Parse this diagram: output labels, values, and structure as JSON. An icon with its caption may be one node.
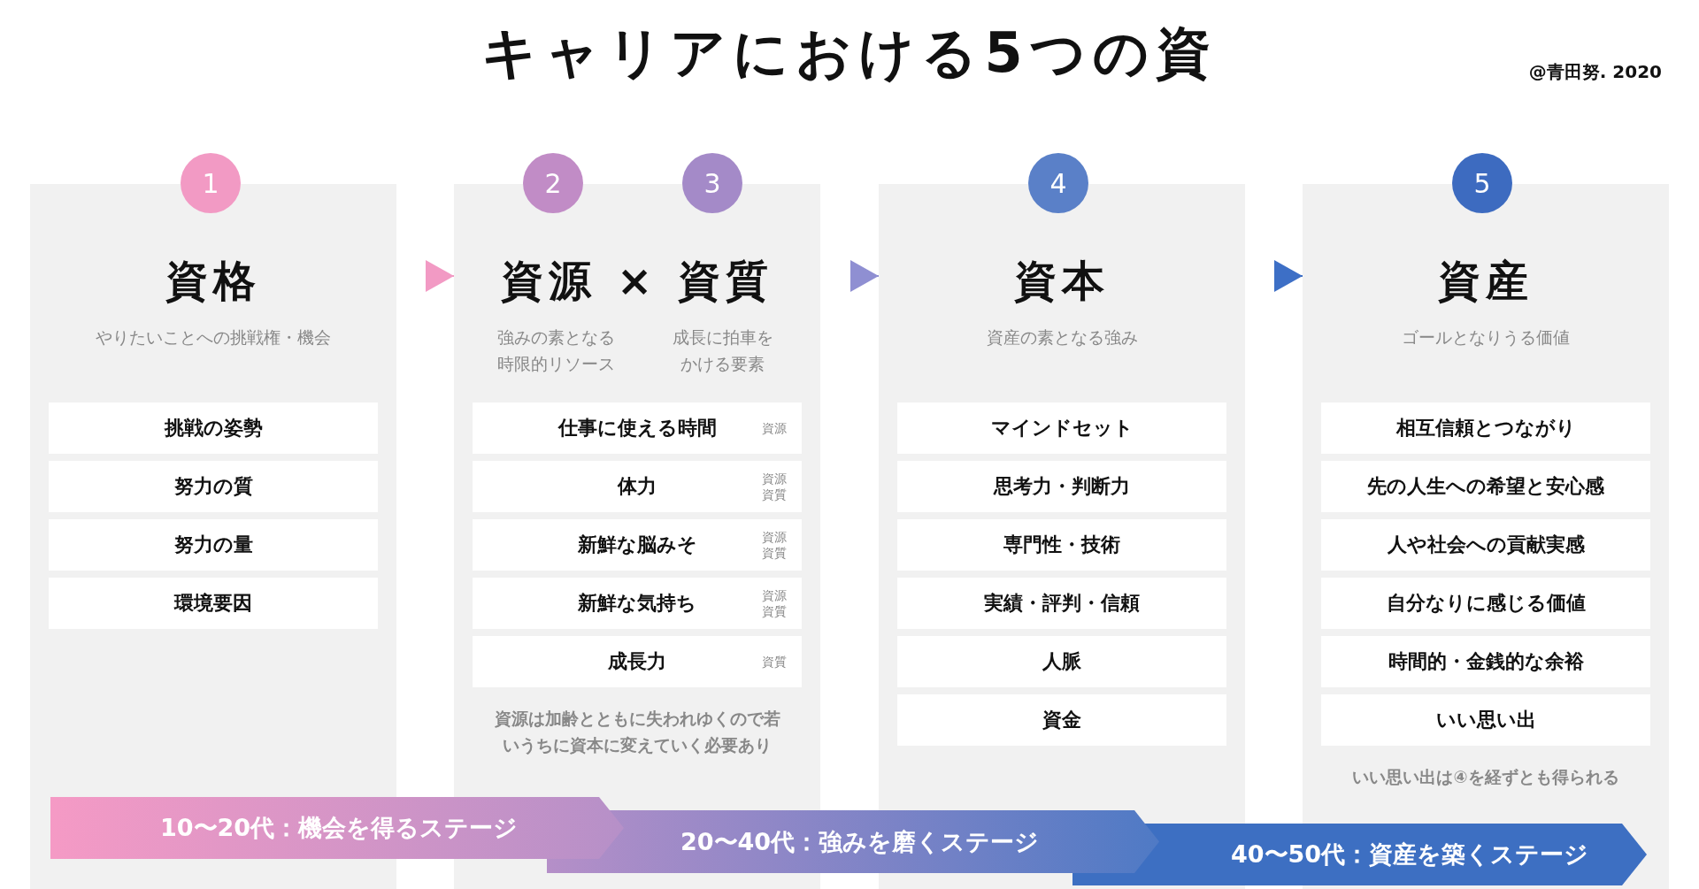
{
  "diagram": {
    "title": "キャリアにおける5つの資",
    "nodes": [
      {
        "text": [
          "資格",
          "やりたいことへの挑戦権・機会"
        ]
      },
      {
        "text": [
          "1"
        ]
      },
      {
        "text": [
          "挑戦の姿勢"
        ],
        "in": 0
      },
      {
        "text": [
          "努力の質"
        ],
        "in": 0
      },
      {
        "text": [
          "努力の量"
        ],
        "in": 0
      },
      {
        "text": [
          "環境要因"
        ],
        "in": 0
      },
      {
        "text": [
          "資源 × 資質",
          "強みの素となる時限的リソース",
          "成長に拍車をかける要素",
          "資源は加齢とともに失われゆくので若いうちに資本に変えていく必要あり"
        ]
      },
      {
        "text": [
          "2"
        ]
      },
      {
        "text": [
          "3"
        ]
      },
      {
        "text": [
          "仕事に使える時間",
          "資源"
        ],
        "in": 6
      },
      {
        "text": [
          "体力",
          "資源資質"
        ],
        "in": 6
      },
      {
        "text": [
          "新鮮な脳みそ",
          "資源資質"
        ],
        "in": 6
      },
      {
        "text": [
          "新鮮な気持ち",
          "資源資質"
        ],
        "in": 6
      },
      {
        "text": [
          "成長力",
          "資質"
        ],
        "in": 6
      },
      {
        "text": [
          "資本",
          "資産の素となる強み"
        ]
      },
      {
        "text": [
          "4"
        ]
      },
      {
        "text": [
          "マインドセット"
        ],
        "in": 14
      },
      {
        "text": [
          "思考力・判断力"
        ],
        "in": 14
      },
      {
        "text": [
          "専門性・技術"
        ],
        "in": 14
      },
      {
        "text": [
          "実績・評判・信頼"
        ],
        "in": 14
      },
      {
        "text": [
          "人脈"
        ],
        "in": 14
      },
      {
        "text": [
          "資金"
        ],
        "in": 14
      },
      {
        "text": [
          "資産",
          "ゴールとなりうる価値",
          "いい思い出は④を経ずとも得られる"
        ]
      },
      {
        "text": [
          "5"
        ]
      },
      {
        "text": [
          "相互信頼とつながり"
        ],
        "in": 22
      },
      {
        "text": [
          "先の人生への希望と安心感"
        ],
        "in": 22
      },
      {
        "text": [
          "人や社会への貢献実感"
        ],
        "in": 22
      },
      {
        "text": [
          "自分なりに感じる価値"
        ],
        "in": 22
      },
      {
        "text": [
          "時間的・金銭的な余裕"
        ],
        "in": 22
      },
      {
        "text": [
          "いい思い出"
        ],
        "in": 22
      },
      {
        "text": [
          "10〜20代：機会を得るステージ"
        ]
      },
      {
        "text": [
          "20〜40代：強みを磨くステージ"
        ]
      },
      {
        "text": [
          "40〜50代：資産を築くステージ"
        ]
      }
    ],
    "edges": [
      {
        "from": 0,
        "to": 6,
        "arrow": "to",
        "color": "#f29ac4"
      },
      {
        "from": 6,
        "to": 14,
        "arrow": "to",
        "color": "#8f8fd2"
      },
      {
        "from": 14,
        "to": 22,
        "arrow": "to",
        "color": "#3d6fc6"
      }
    ],
    "labels": [
      "@青田努. 2020"
    ]
  }
}
